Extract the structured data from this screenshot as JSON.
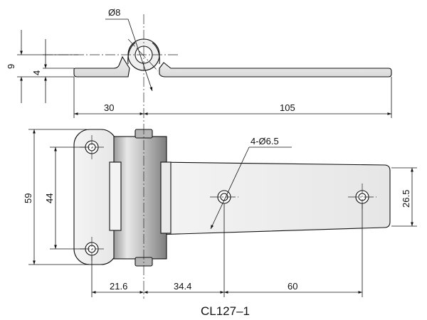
{
  "dimensions": {
    "pin_diameter": "Ø8",
    "thickness_total": "9",
    "thickness_plate": "4",
    "left_leaf_length": "30",
    "right_leaf_length": "105",
    "height": "59",
    "hole_spacing_vertical": "44",
    "right_leaf_end_height": "26.5",
    "hole_callout": "4-Ø6.5",
    "left_offset": "21.6",
    "pin_to_hole": "34.4",
    "hole_spacing_horizontal": "60"
  },
  "caption": "CL127–1"
}
